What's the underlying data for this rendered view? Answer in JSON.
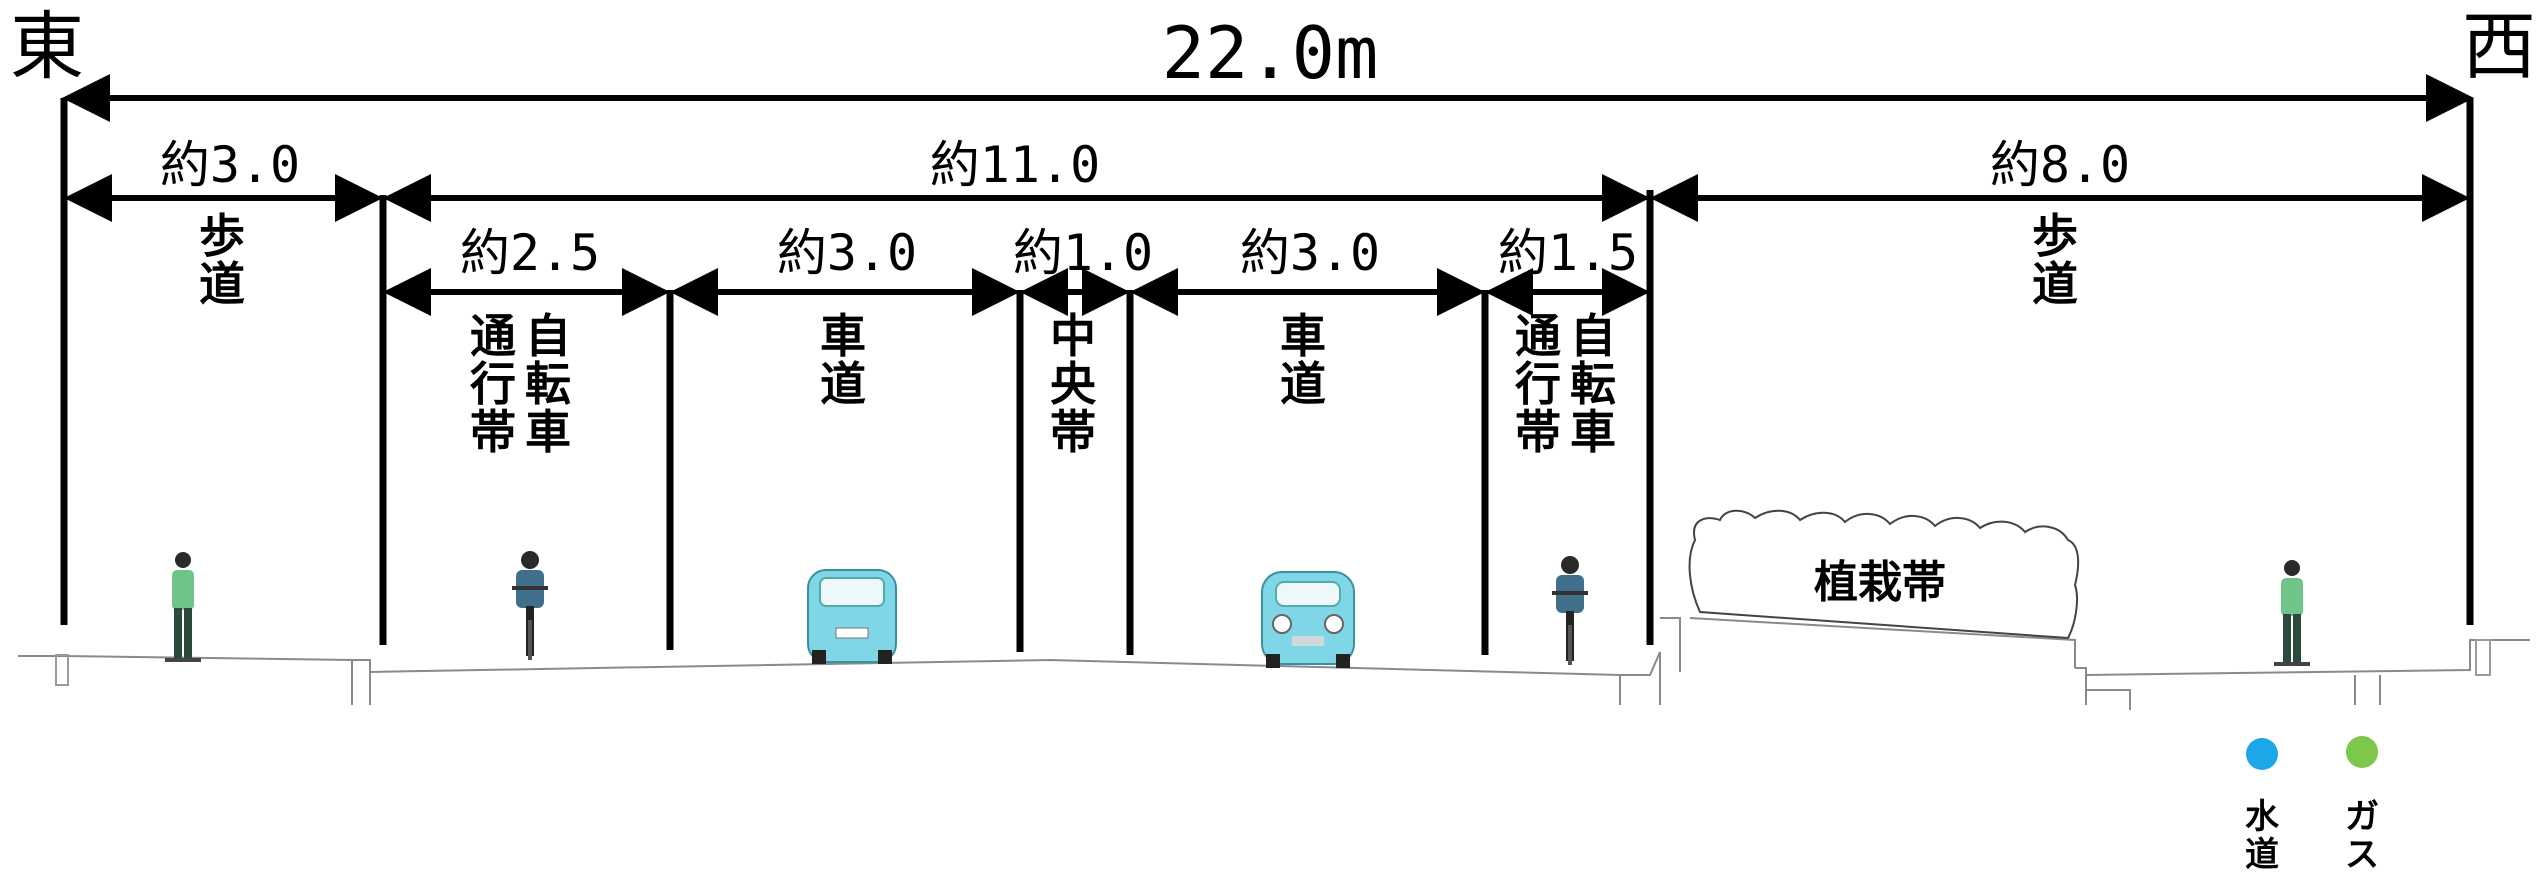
{
  "directions": {
    "east": "東",
    "west": "西"
  },
  "total_width": "22.0m",
  "top_segments": [
    {
      "label": "約3.0",
      "zone": [
        "歩",
        "道"
      ]
    },
    {
      "label": "約11.0"
    },
    {
      "label": "約8.0",
      "zone": [
        "歩",
        "道"
      ]
    }
  ],
  "sub_segments": [
    {
      "label": "約2.5",
      "zone_cols": [
        [
          "通",
          "行",
          "帯"
        ],
        [
          "自",
          "転",
          "車"
        ]
      ]
    },
    {
      "label": "約3.0",
      "zone_cols": [
        [
          "車",
          "道"
        ]
      ]
    },
    {
      "label": "約1.0",
      "zone_cols": [
        [
          "中",
          "央",
          "帯"
        ]
      ]
    },
    {
      "label": "約3.0",
      "zone_cols": [
        [
          "車",
          "道"
        ]
      ]
    },
    {
      "label": "約1.5",
      "zone_cols": [
        [
          "通",
          "行",
          "帯"
        ],
        [
          "自",
          "転",
          "車"
        ]
      ]
    }
  ],
  "planting_strip": "植栽帯",
  "legend": [
    {
      "name": [
        "水",
        "道"
      ],
      "color": "#1ea7e8"
    },
    {
      "name": [
        "ガ",
        "ス"
      ],
      "color": "#7cc84a"
    }
  ],
  "colors": {
    "car": "#7fd6e6",
    "pedestrian": "#6fc48a",
    "cyclist": "#3f6f8a",
    "arrows": "#000000"
  },
  "icons": [
    "pedestrian-icon",
    "cyclist-icon",
    "car-icon",
    "tree-canopy-icon"
  ]
}
